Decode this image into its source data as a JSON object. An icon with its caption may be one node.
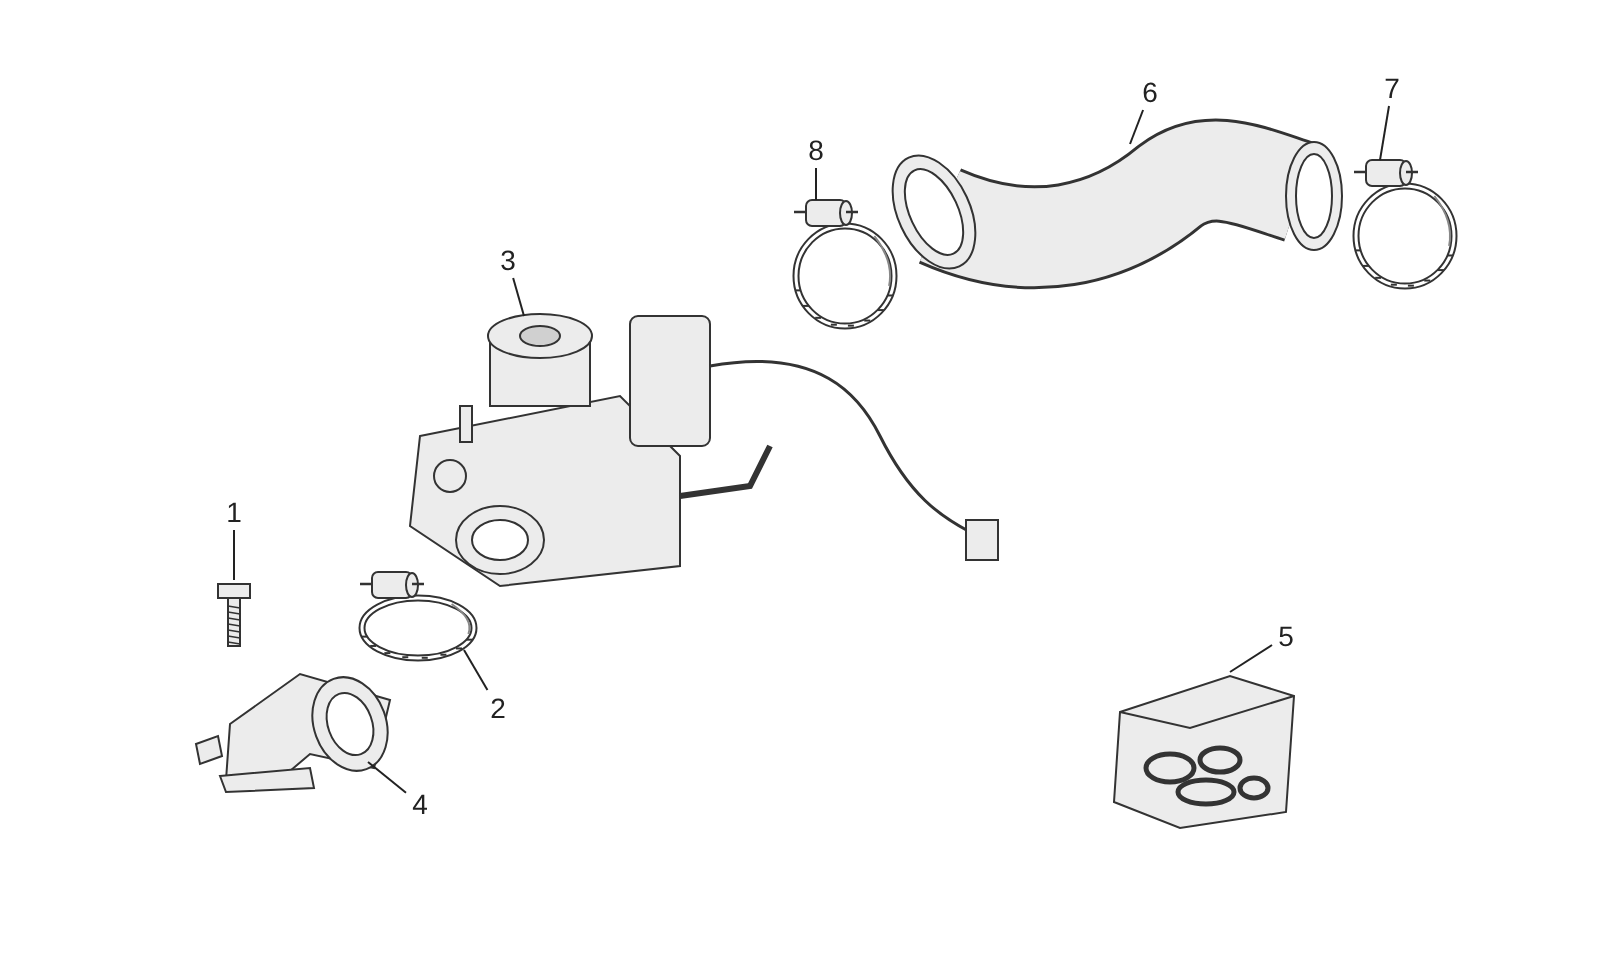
{
  "diagram": {
    "nodes": [
      {
        "text": [
          "1"
        ]
      },
      {
        "text": [
          "2"
        ]
      },
      {
        "text": [
          "3"
        ]
      },
      {
        "text": [
          "4"
        ]
      },
      {
        "text": [
          "5"
        ]
      },
      {
        "text": [
          "6"
        ]
      },
      {
        "text": [
          "7"
        ]
      },
      {
        "text": [
          "8"
        ]
      },
      {
        "text": [],
        "shape": "picture"
      },
      {
        "text": [],
        "shape": "picture"
      },
      {
        "text": [],
        "shape": "picture"
      },
      {
        "text": [],
        "shape": "picture"
      },
      {
        "text": [],
        "shape": "picture"
      },
      {
        "text": [],
        "shape": "picture"
      },
      {
        "text": [],
        "shape": "picture"
      },
      {
        "text": [],
        "shape": "picture"
      }
    ],
    "edges": [
      {
        "from": 0,
        "to": 8,
        "arrow": "none"
      },
      {
        "from": 1,
        "to": 9,
        "arrow": "none"
      },
      {
        "from": 2,
        "to": 10,
        "arrow": "none"
      },
      {
        "from": 3,
        "to": 11,
        "arrow": "none"
      },
      {
        "from": 4,
        "to": 12,
        "arrow": "none"
      },
      {
        "from": 5,
        "to": 13,
        "arrow": "none"
      },
      {
        "from": 6,
        "to": 14,
        "arrow": "none"
      },
      {
        "from": 7,
        "to": 15,
        "arrow": "none"
      }
    ]
  }
}
